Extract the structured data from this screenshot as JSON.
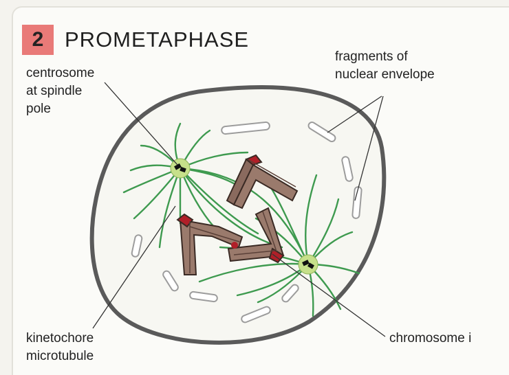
{
  "header": {
    "step_number": "2",
    "title": "PROMETAPHASE"
  },
  "labels": {
    "centrosome": "centrosome\nat spindle\npole",
    "fragments": "fragments of\nnuclear envelope",
    "kinetochore": "kinetochore\nmicrotubule",
    "chromosome": "chromosome i"
  },
  "colors": {
    "background": "#f4f3ee",
    "badge": "#e97a78",
    "cell_outline": "#5a5a5a",
    "cytoplasm": "#f7f7f2",
    "microtubule": "#3e9a4f",
    "centrosome": "#c6e08a",
    "chromosome": "#9a7a6c",
    "kinetochore": "#b01f28",
    "envelope_fragment": "#b6b6b6"
  }
}
